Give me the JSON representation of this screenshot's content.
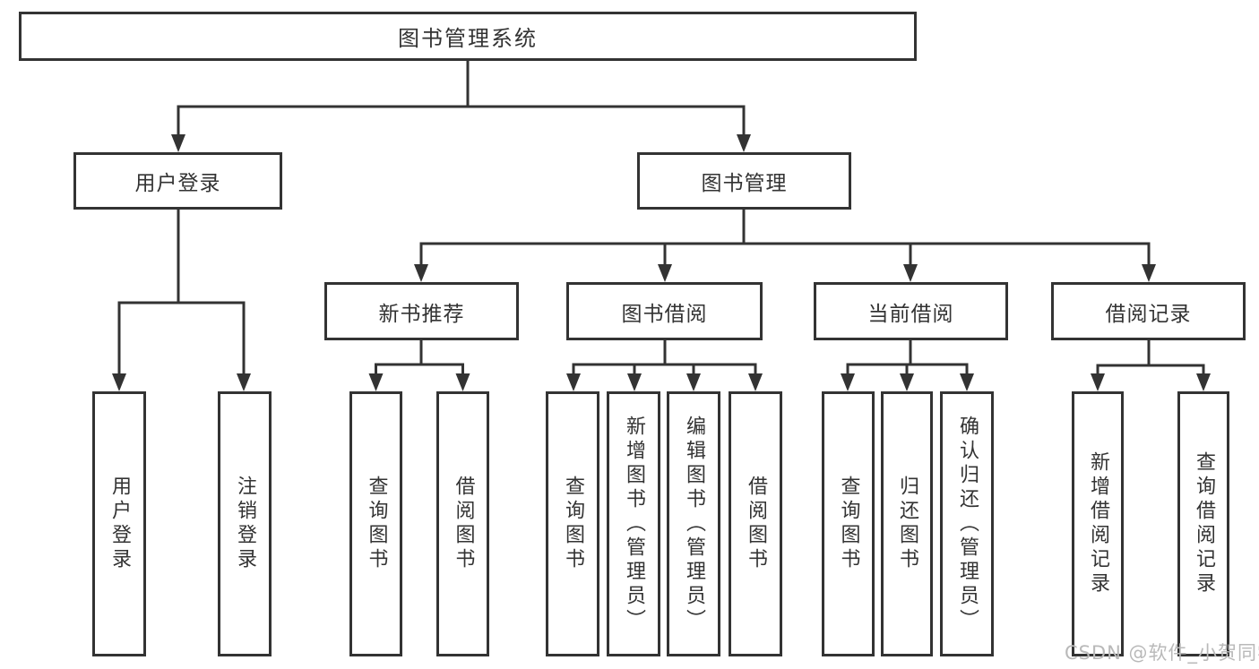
{
  "diagram": {
    "type": "tree-structure-chart",
    "title": "图书管理系统",
    "tree": {
      "root": {
        "label": "图书管理系统",
        "children": [
          {
            "label": "用户登录",
            "children": [
              {
                "label": "用户登录"
              },
              {
                "label": "注销登录"
              }
            ]
          },
          {
            "label": "图书管理",
            "children": [
              {
                "label": "新书推荐",
                "children": [
                  {
                    "label": "查询图书"
                  },
                  {
                    "label": "借阅图书"
                  }
                ]
              },
              {
                "label": "图书借阅",
                "children": [
                  {
                    "label": "查询图书"
                  },
                  {
                    "label": "新增图书（管理员）"
                  },
                  {
                    "label": "编辑图书（管理员）"
                  },
                  {
                    "label": "借阅图书"
                  }
                ]
              },
              {
                "label": "当前借阅",
                "children": [
                  {
                    "label": "查询图书"
                  },
                  {
                    "label": "归还图书"
                  },
                  {
                    "label": "确认归还（管理员）"
                  }
                ]
              },
              {
                "label": "借阅记录",
                "children": [
                  {
                    "label": "新增借阅记录"
                  },
                  {
                    "label": "查询借阅记录"
                  }
                ]
              }
            ]
          }
        ]
      }
    },
    "colors": {
      "line": "#333333",
      "box_border": "#333333",
      "box_fill": "#ffffff",
      "text": "#333333",
      "background": "#ffffff",
      "watermark": "#b9b9b9"
    }
  },
  "watermark": {
    "text": "CSDN @软件_小贺同学"
  }
}
